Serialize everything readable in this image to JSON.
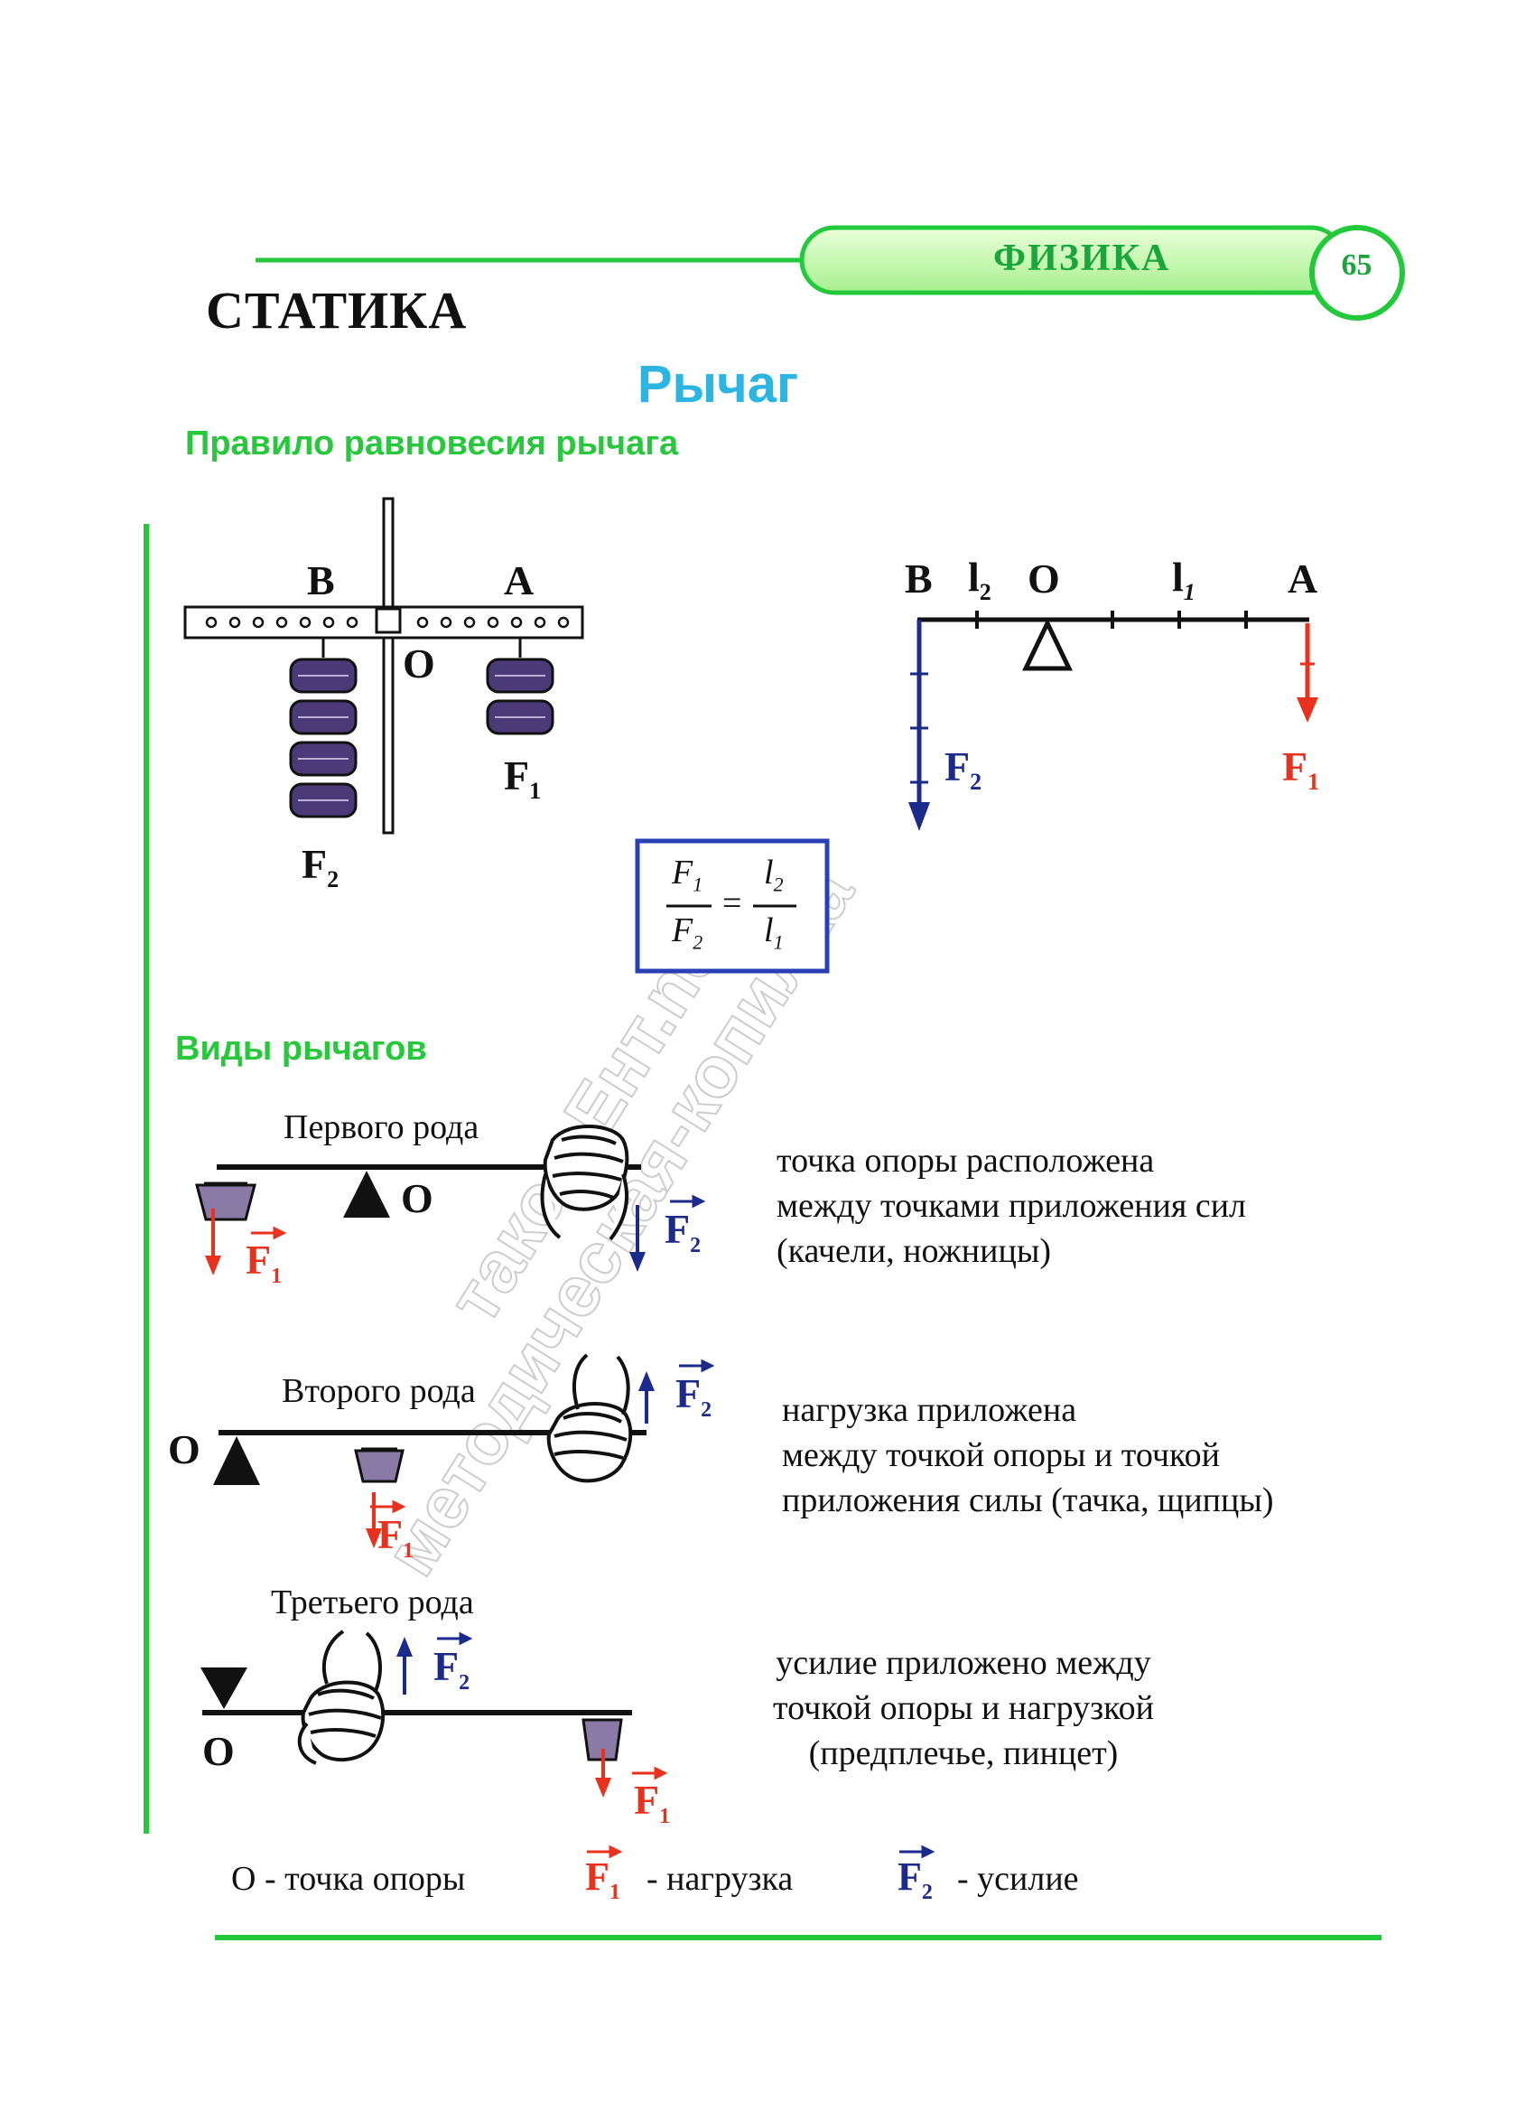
{
  "header": {
    "title": "СТАТИКА",
    "subject": "ФИЗИКА",
    "page_number": "65"
  },
  "section": {
    "title": "Рычаг"
  },
  "equilibrium": {
    "heading": "Правило равновесия рычага",
    "model": {
      "label_b": "B",
      "label_a": "A",
      "label_o": "O",
      "label_f1": "F",
      "label_f1_sub": "1",
      "label_f2": "F",
      "label_f2_sub": "2"
    },
    "scheme": {
      "label_b": "B",
      "label_l2": "l",
      "label_l2_sub": "2",
      "label_o": "O",
      "label_l1": "l",
      "label_l1_sub": "1",
      "label_a": "A",
      "label_f1": "F",
      "label_f1_sub": "1",
      "label_f2": "F",
      "label_f2_sub": "2"
    },
    "formula": {
      "num_left": "F",
      "num_left_sub": "1",
      "den_left": "F",
      "den_left_sub": "2",
      "equals": "=",
      "num_right": "l",
      "num_right_sub": "2",
      "den_right": "l",
      "den_right_sub": "1"
    }
  },
  "types": {
    "heading": "Виды рычагов",
    "items": [
      {
        "name": "Первого рода",
        "description": "точка опоры расположена\nмежду точками приложения сил\n(качели, ножницы)",
        "label_o": "O",
        "label_f1": "F",
        "label_f1_sub": "1",
        "label_f2": "F",
        "label_f2_sub": "2"
      },
      {
        "name": "Второго рода",
        "description": "нагрузка приложена\nмежду точкой опоры и точкой\nприложения силы (тачка, щипцы)",
        "label_o": "O",
        "label_f1": "F",
        "label_f1_sub": "1",
        "label_f2": "F",
        "label_f2_sub": "2"
      },
      {
        "name": "Третьего рода",
        "description": "усилие приложено между\nточкой опоры и нагрузкой\n(предплечье, пинцет)",
        "label_o": "O",
        "label_f1": "F",
        "label_f1_sub": "1",
        "label_f2": "F",
        "label_f2_sub": "2"
      }
    ]
  },
  "legend": {
    "o_label": "O - точка опоры",
    "f1_symbol": "F",
    "f1_sub": "1",
    "f1_label": "- нагрузка",
    "f2_symbol": "F",
    "f2_sub": "2",
    "f2_label": "- усилие"
  },
  "watermark": {
    "line1": "такое-Ент.net",
    "line2": "методическая-копилка"
  },
  "colors": {
    "green": "#22c93a",
    "green_dark": "#1aa63a",
    "section_blue": "#2cb5e0",
    "force_red": "#e8321e",
    "force_blue": "#1c2a8c",
    "weight_purple": "#4a3a78",
    "load_purple": "#8a7aa6"
  }
}
